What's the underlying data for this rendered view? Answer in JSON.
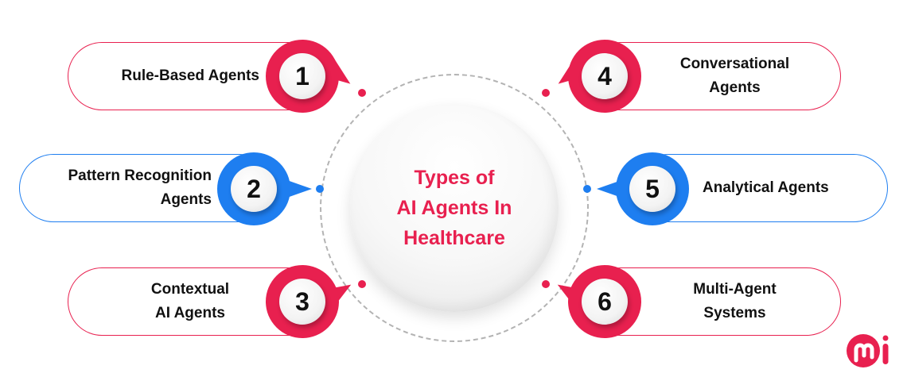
{
  "title": {
    "lines": [
      "Types of",
      "AI Agents In",
      "Healthcare"
    ],
    "color": "#e8204f"
  },
  "colors": {
    "red": "#e8204f",
    "blue": "#1e7ef0",
    "ring": "#b3b3b3"
  },
  "items": [
    {
      "number": "1",
      "lines": [
        "Rule-Based Agents"
      ],
      "color": "red",
      "side": "left"
    },
    {
      "number": "2",
      "lines": [
        "Pattern Recognition",
        "Agents"
      ],
      "color": "blue",
      "side": "left"
    },
    {
      "number": "3",
      "lines": [
        "Contextual",
        "AI Agents"
      ],
      "color": "red",
      "side": "left"
    },
    {
      "number": "4",
      "lines": [
        "Conversational",
        "Agents"
      ],
      "color": "red",
      "side": "right"
    },
    {
      "number": "5",
      "lines": [
        "Analytical Agents"
      ],
      "color": "blue",
      "side": "right"
    },
    {
      "number": "6",
      "lines": [
        "Multi-Agent",
        "Systems"
      ],
      "color": "red",
      "side": "right"
    }
  ],
  "logo": {
    "icon": "mi-logo-icon",
    "color": "#e8204f"
  }
}
